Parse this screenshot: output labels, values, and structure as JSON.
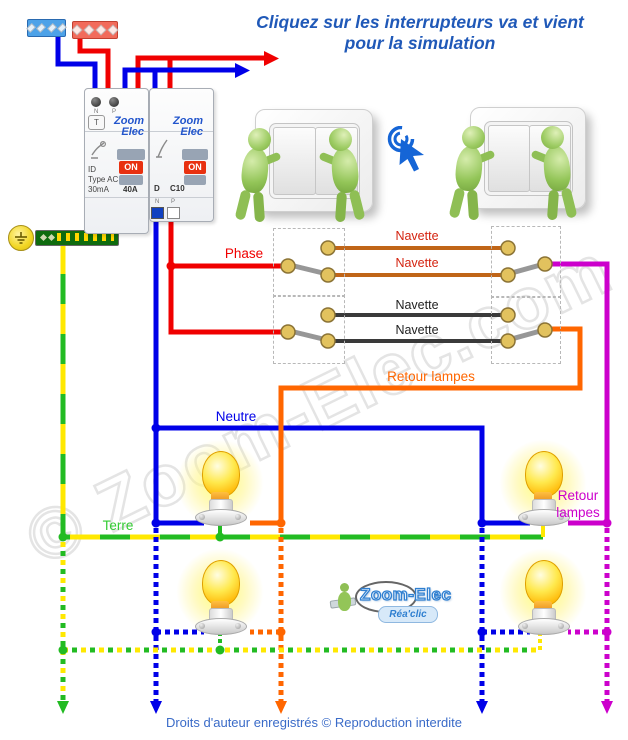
{
  "title": {
    "line1": "Cliquez sur les interrupteurs va et vient",
    "line2": "pour la simulation"
  },
  "devices": {
    "rcd": {
      "brand1": "Zoom",
      "brand2": "Elec",
      "test": "T",
      "on": "ON",
      "line1": "ID",
      "line2": "Type AC",
      "line3": "30mA",
      "rating": "40A",
      "top_n": "N",
      "top_p": "P"
    },
    "mcb": {
      "brand1": "Zoom",
      "brand2": "Elec",
      "on": "ON",
      "curve": "D",
      "rating": "C10",
      "bot_n": "N",
      "bot_p": "P"
    }
  },
  "labels": {
    "phase": "Phase",
    "neutre": "Neutre",
    "terre": "Terre",
    "navette_1": "Navette",
    "navette_2": "Navette",
    "navette_3": "Navette",
    "navette_4": "Navette",
    "retour_lampes": "Retour lampes",
    "retour_line1": "Retour",
    "retour_line2": "lampes"
  },
  "watermark": "© Zoom-Elec.com",
  "logo": {
    "name": "Zoom-Elec",
    "tagline": "Réa'clic"
  },
  "footer": "Droits d'auteur enregistrés © Reproduction interdite",
  "colors": {
    "phase": "#f00000",
    "neutre": "#0000e8",
    "terre_green": "#22bb22",
    "terre_yellow": "#ffe800",
    "navette": "#c06518",
    "navette_dark": "#3a3a3a",
    "retour_orange": "#ff6600",
    "retour_magenta": "#cc00cc",
    "title_blue": "#2059b8",
    "footer_blue": "#3a6bc8",
    "label_green": "#33cc33",
    "label_red": "#d42310",
    "brand_blue": "#2255cc",
    "gold": "#e2c25e",
    "cursor_blue": "#1565d6"
  }
}
